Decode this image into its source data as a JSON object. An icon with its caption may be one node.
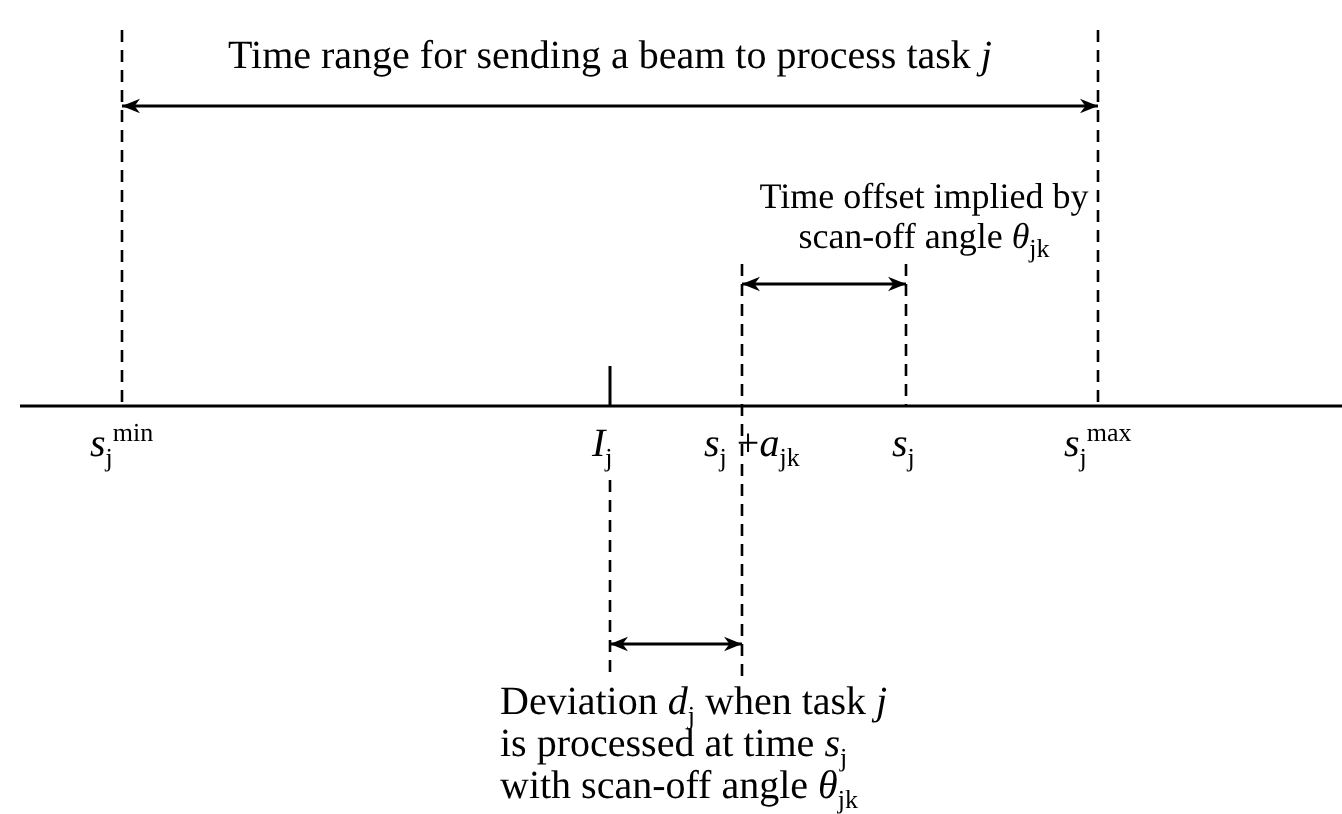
{
  "diagram": {
    "labels": [
      "Time range for sending a beam to process task *j*",
      "Time offset implied by scan-off angle *θ*$_{jk}$",
      "*s*$_{j}$$^{min}$",
      "*I*$_{j}$",
      "*s*$_{j}$ +*a*$_{jk}$",
      "*s*$_{j}$",
      "*s*$_{j}$$^{max}$",
      "Deviation *d*$_{j}$ when task *j* is processed at time *s*$_{j}$ with scan-off angle *θ*$_{jk}$"
    ]
  }
}
